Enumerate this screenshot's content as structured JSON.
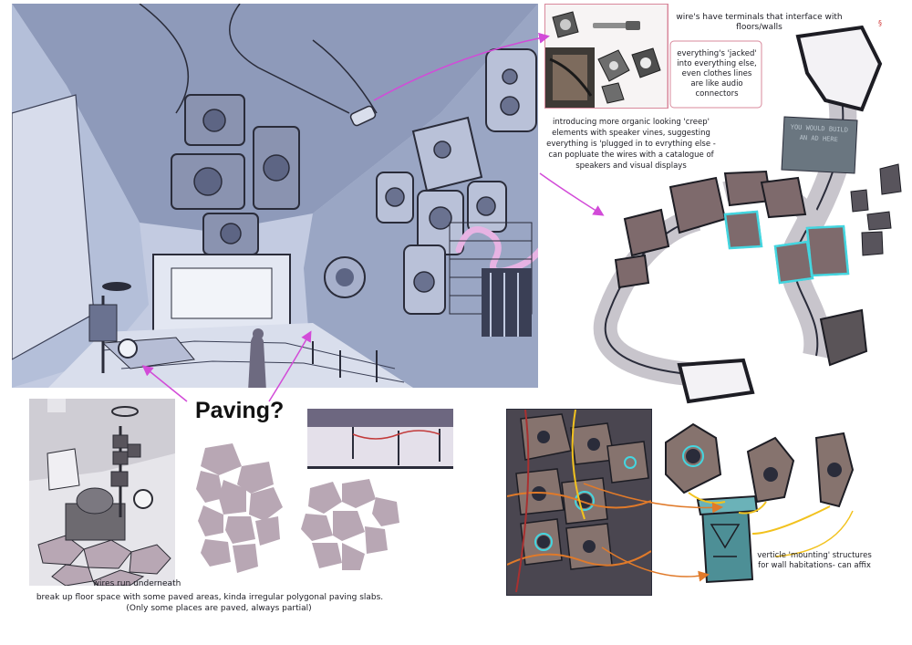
{
  "notes": {
    "wire_terminals": "wire's have terminals that interface with floors/walls",
    "jacked": "everything's 'jacked' into everything else, even clothes lines are like audio connectors",
    "creep_elements": "introducing more organic looking 'creep' elements with speaker vines, suggesting everything is 'plugged in to evrything else - can popluate the wires with a catalogue of speakers and visual displays",
    "paving_heading": "Paving?",
    "wires_underneath": "wires run underneath",
    "floor_space": "break up floor space with some paved areas, kinda irregular polygonal paving slabs.",
    "partial": "(Only some places are paved, always partial)",
    "mounting": "verticle 'mounting' structures for wall habitations- can affix"
  },
  "sign_text": "YOU WOULD BUILD AN AD HERE",
  "colors": {
    "sketch_blue": "#a9b4d2",
    "ink": "#2a2c3a",
    "paving_mauve": "#b8a7b4",
    "speaker_brown": "#7e6a6c",
    "accent_magenta": "#d24bd8",
    "accent_orange": "#e07a2a",
    "accent_cyan": "#44d6e0",
    "accent_yellow": "#f2c21e"
  }
}
